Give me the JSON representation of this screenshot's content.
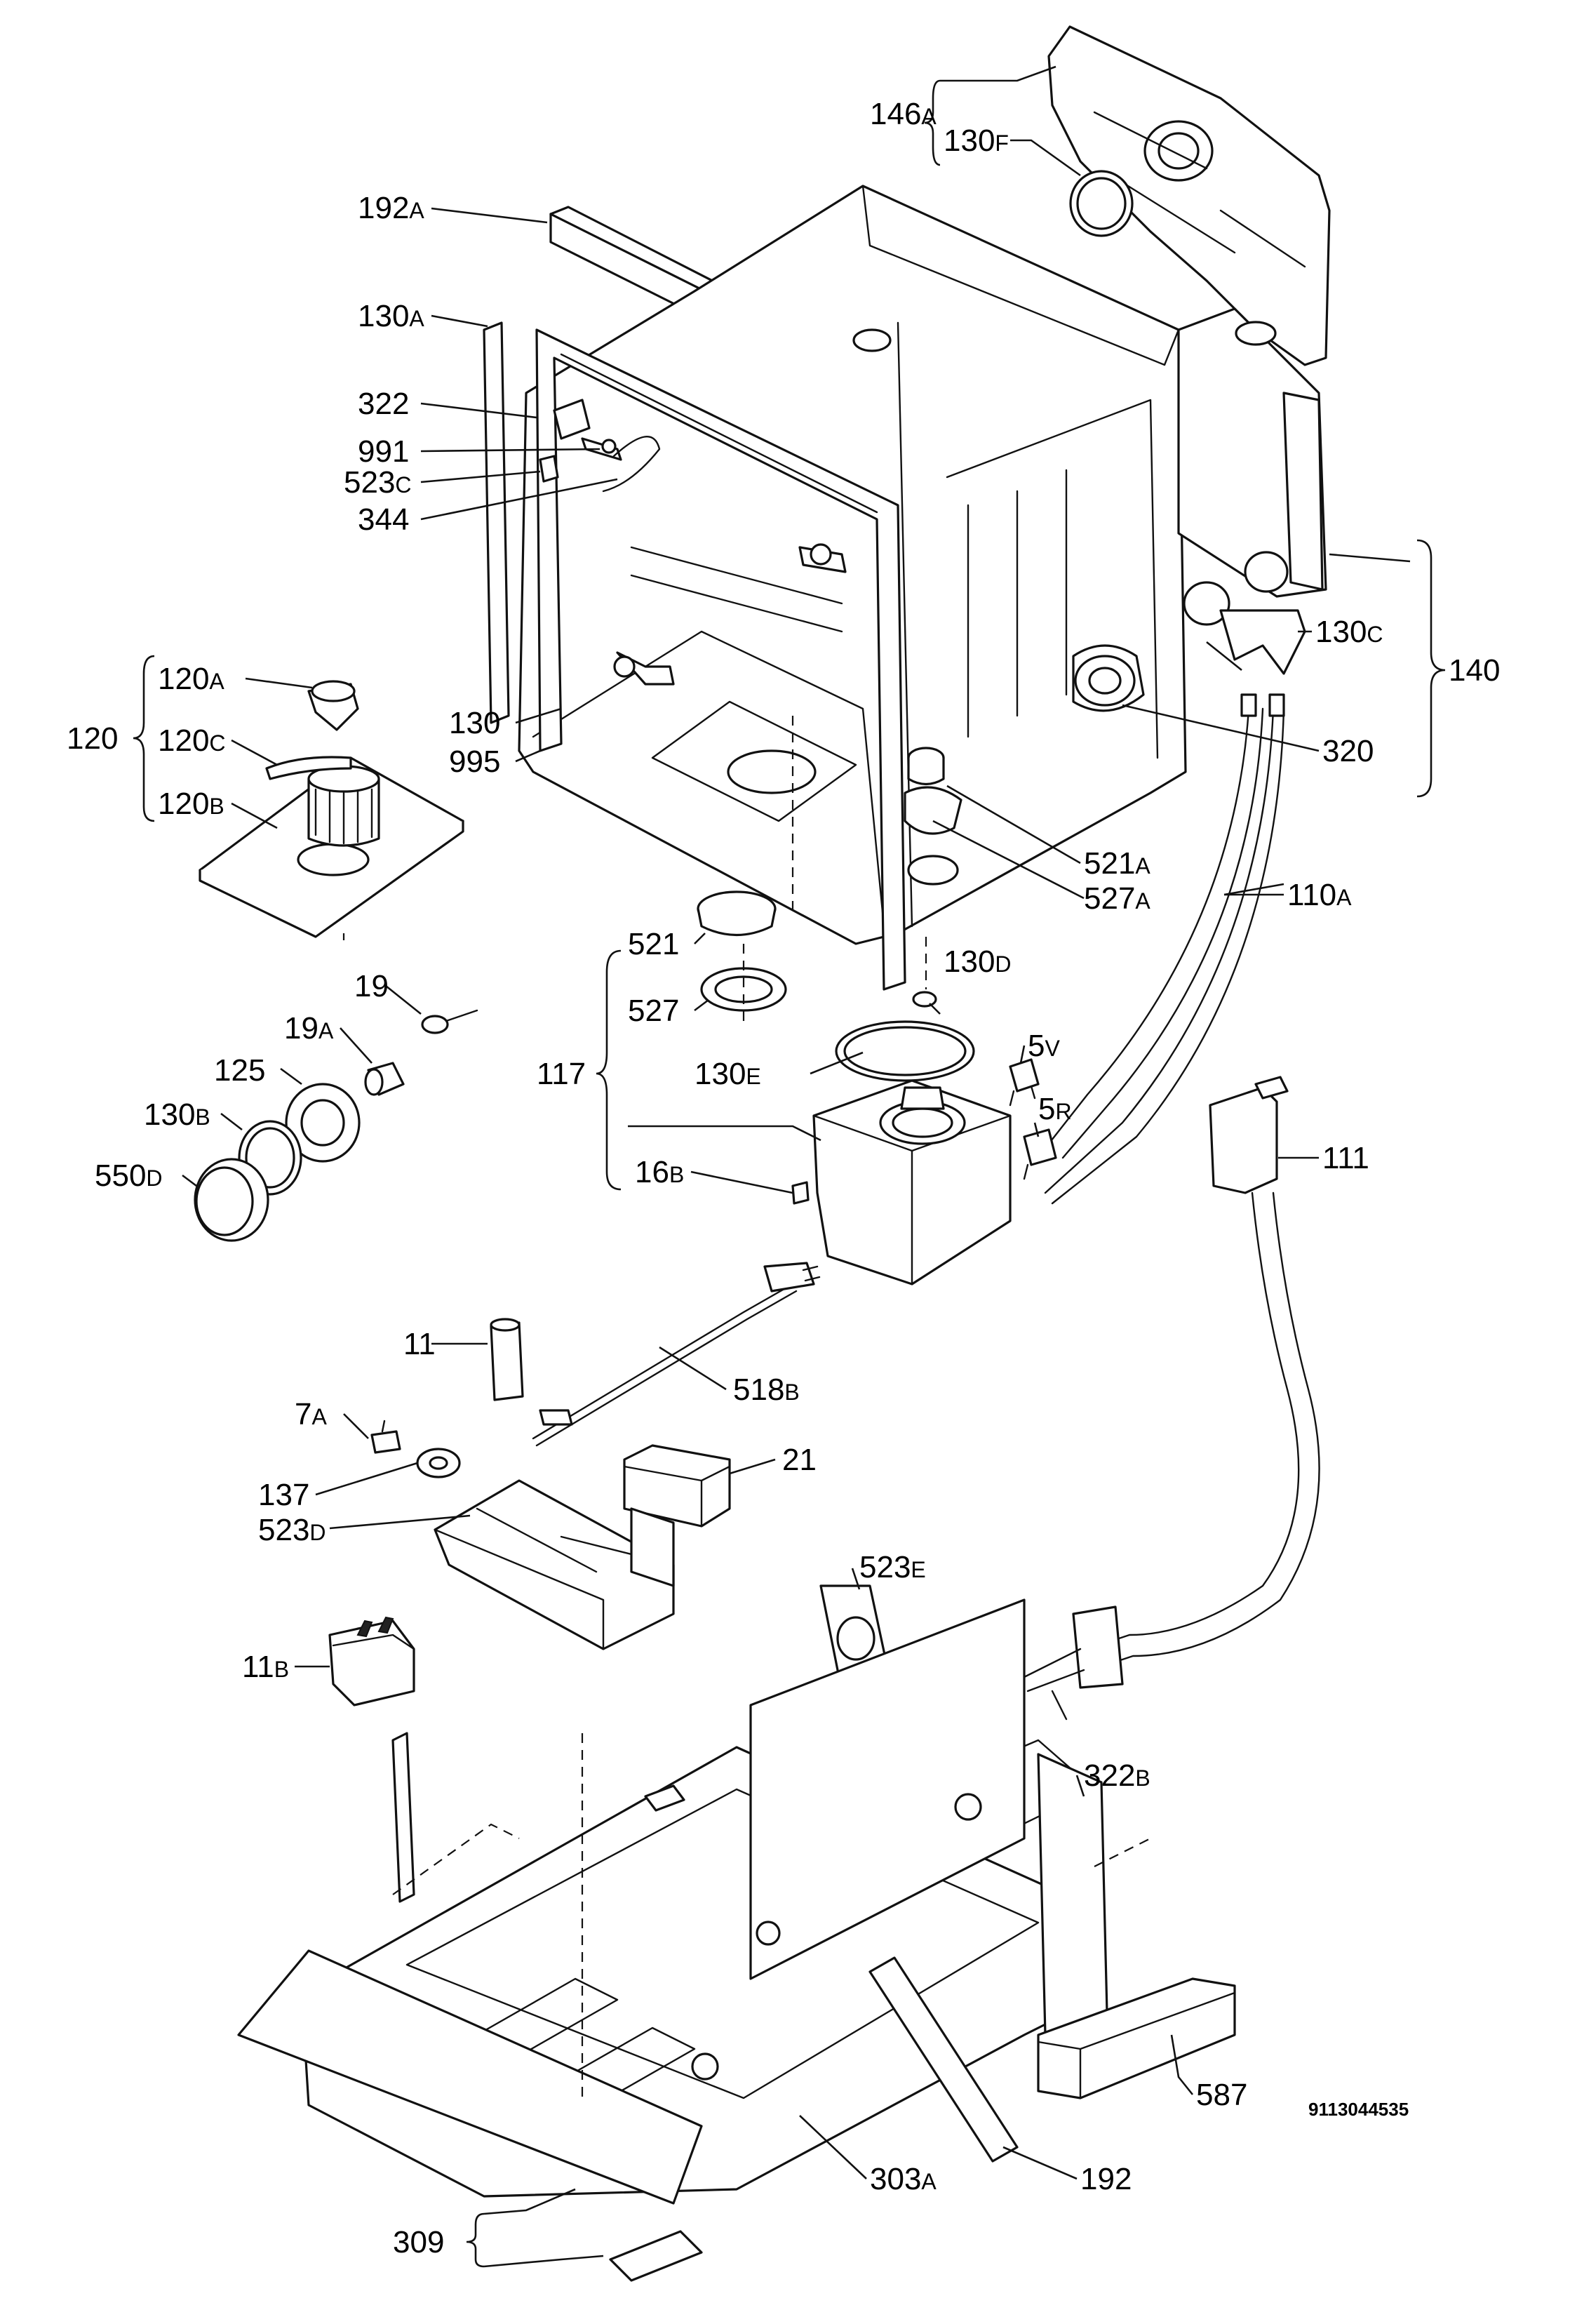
{
  "document_ref": "9113044535",
  "labels": [
    {
      "id": "146A",
      "num": "146",
      "suffix": "A"
    },
    {
      "id": "130F",
      "num": "130",
      "suffix": "F"
    },
    {
      "id": "192A",
      "num": "192",
      "suffix": "A"
    },
    {
      "id": "130A",
      "num": "130",
      "suffix": "A"
    },
    {
      "id": "322",
      "num": "322",
      "suffix": ""
    },
    {
      "id": "991",
      "num": "991",
      "suffix": ""
    },
    {
      "id": "523C",
      "num": "523",
      "suffix": "C"
    },
    {
      "id": "344",
      "num": "344",
      "suffix": ""
    },
    {
      "id": "120A",
      "num": "120",
      "suffix": "A"
    },
    {
      "id": "120",
      "num": "120",
      "suffix": ""
    },
    {
      "id": "120C",
      "num": "120",
      "suffix": "C"
    },
    {
      "id": "120B",
      "num": "120",
      "suffix": "B"
    },
    {
      "id": "130",
      "num": "130",
      "suffix": ""
    },
    {
      "id": "995",
      "num": "995",
      "suffix": ""
    },
    {
      "id": "130C",
      "num": "130",
      "suffix": "C"
    },
    {
      "id": "140",
      "num": "140",
      "suffix": ""
    },
    {
      "id": "320",
      "num": "320",
      "suffix": ""
    },
    {
      "id": "521A",
      "num": "521",
      "suffix": "A"
    },
    {
      "id": "527A",
      "num": "527",
      "suffix": "A"
    },
    {
      "id": "110A",
      "num": "110",
      "suffix": "A"
    },
    {
      "id": "521",
      "num": "521",
      "suffix": ""
    },
    {
      "id": "130D",
      "num": "130",
      "suffix": "D"
    },
    {
      "id": "19",
      "num": "19",
      "suffix": ""
    },
    {
      "id": "527",
      "num": "527",
      "suffix": ""
    },
    {
      "id": "19A",
      "num": "19",
      "suffix": "A"
    },
    {
      "id": "125",
      "num": "125",
      "suffix": ""
    },
    {
      "id": "5V",
      "num": "5",
      "suffix": "V"
    },
    {
      "id": "117",
      "num": "117",
      "suffix": ""
    },
    {
      "id": "130E",
      "num": "130",
      "suffix": "E"
    },
    {
      "id": "130B",
      "num": "130",
      "suffix": "B"
    },
    {
      "id": "5R",
      "num": "5",
      "suffix": "R"
    },
    {
      "id": "111",
      "num": "111",
      "suffix": ""
    },
    {
      "id": "550D",
      "num": "550",
      "suffix": "D"
    },
    {
      "id": "16B",
      "num": "16",
      "suffix": "B"
    },
    {
      "id": "11",
      "num": "11",
      "suffix": ""
    },
    {
      "id": "518B",
      "num": "518",
      "suffix": "B"
    },
    {
      "id": "7A",
      "num": "7",
      "suffix": "A"
    },
    {
      "id": "21",
      "num": "21",
      "suffix": ""
    },
    {
      "id": "137",
      "num": "137",
      "suffix": ""
    },
    {
      "id": "523D",
      "num": "523",
      "suffix": "D"
    },
    {
      "id": "523E",
      "num": "523",
      "suffix": "E"
    },
    {
      "id": "11B",
      "num": "11",
      "suffix": "B"
    },
    {
      "id": "322B",
      "num": "322",
      "suffix": "B"
    },
    {
      "id": "587",
      "num": "587",
      "suffix": ""
    },
    {
      "id": "303A",
      "num": "303",
      "suffix": "A"
    },
    {
      "id": "192",
      "num": "192",
      "suffix": ""
    },
    {
      "id": "309",
      "num": "309",
      "suffix": ""
    }
  ]
}
